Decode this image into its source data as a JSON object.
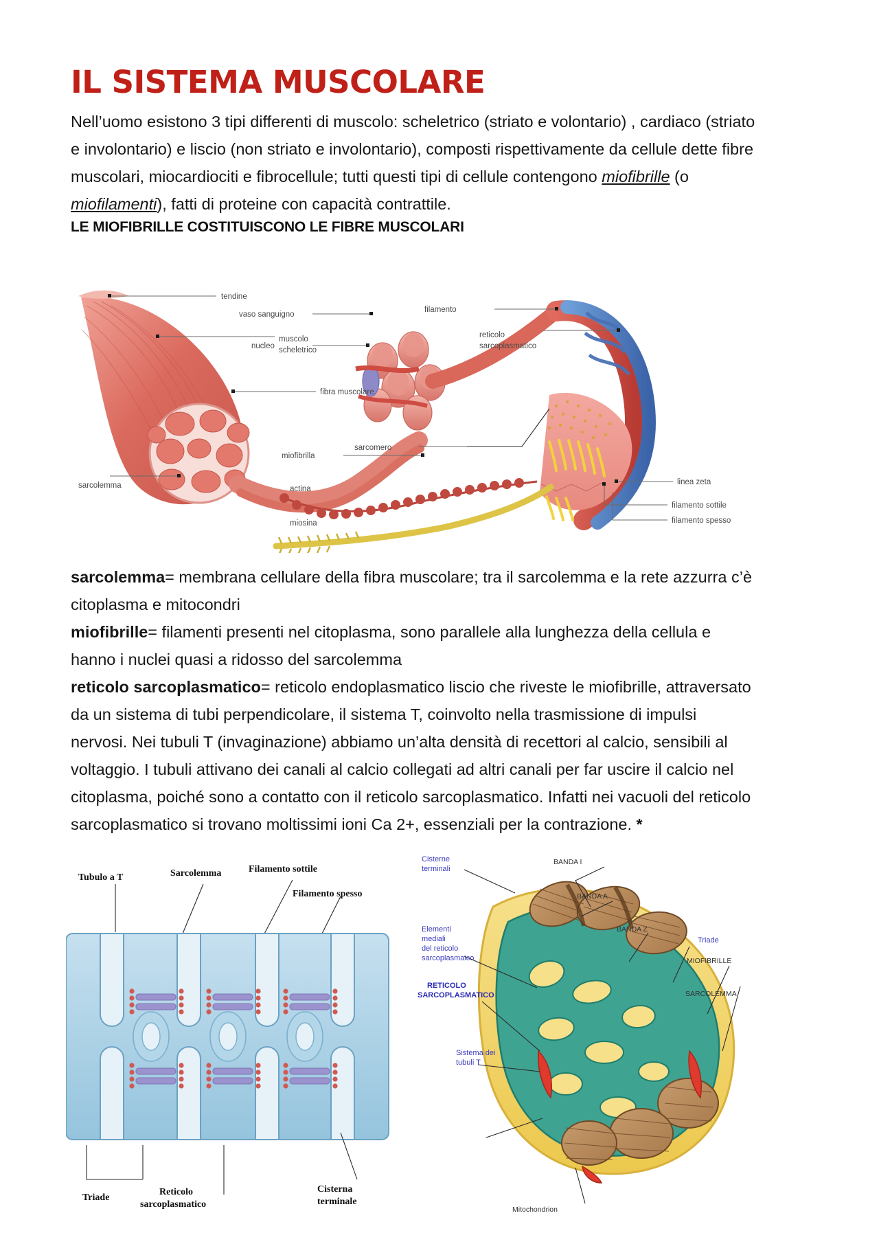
{
  "document": {
    "title": "IL SISTEMA MUSCOLARE",
    "title_color": "#bf2018",
    "intro_paragraph": {
      "seg1": "Nell’uomo esistono 3 tipi differenti di muscolo: scheletrico (striato e volontario) , cardiaco (striato e involontario) e liscio (non striato e involontario), composti rispettivamente da cellule dette fibre muscolari, miocardiociti e fibrocellule; tutti questi tipi di cellule contengono ",
      "em1": "miofibrille",
      "seg2": " (o ",
      "em2": "miofilamenti",
      "seg3": "), fatti di proteine con capacità contrattile."
    },
    "section_heading": "LE MIOFIBRILLE COSTITUISCONO LE FIBRE MUSCOLARI",
    "definitions": {
      "d1_term": "sarcolemma",
      "d1_text": "= membrana cellulare della fibra muscolare; tra il sarcolemma e la rete azzurra c’è citoplasma e mitocondri",
      "d2_term": "miofibrille",
      "d2_text": "= filamenti presenti nel citoplasma, sono parallele alla lunghezza della cellula e hanno i nuclei quasi a ridosso del sarcolemma",
      "d3_term": "reticolo sarcoplasmatico",
      "d3_text": "= reticolo endoplasmatico liscio che riveste le miofibrille, attraversato da un sistema di tubi perpendicolare, il sistema T, coinvolto nella trasmissione di impulsi nervosi. Nei tubuli T (invaginazione) abbiamo un’alta densità di recettori al calcio, sensibili al voltaggio. I tubuli attivano dei canali al calcio collegati ad altri canali per far uscire il calcio nel citoplasma, poiché sono a contatto con il reticolo sarcoplasmatico. Infatti nei vacuoli del reticolo sarcoplasmatico si trovano moltissimi ioni Ca 2+, essenziali per la contrazione. ",
      "d3_asterisk": "*"
    }
  },
  "figure1": {
    "name": "muscle-structure-diagram",
    "labels": {
      "tendine": "tendine",
      "muscolo_scheletrico_1": "muscolo",
      "muscolo_scheletrico_2": "scheletrico",
      "fibra_muscolare": "fibra muscolare",
      "sarcolemma": "sarcolemma",
      "vaso_sanguigno": "vaso sanguigno",
      "nucleo": "nucleo",
      "miofibrilla": "miofibrilla",
      "actina": "actina",
      "miosina": "miosina",
      "filamento": "filamento",
      "reticolo_1": "reticolo",
      "reticolo_2": "sarcoplasmatico",
      "sarcomero": "sarcomero",
      "linea_zeta": "linea zeta",
      "filamento_sottile": "filamento sottile",
      "filamento_spesso": "filamento spesso"
    }
  },
  "figure2": {
    "name": "triad-sarcoplasmic-reticulum-diagram",
    "labels": {
      "tubulo_a_t": "Tubulo a T",
      "sarcolemma": "Sarcolemma",
      "filamento_sottile": "Filamento sottile",
      "filamento_spesso": "Filamento spesso",
      "triade": "Triade",
      "reticolo_1": "Reticolo",
      "reticolo_2": "sarcoplasmatico",
      "cisterna_1": "Cisterna",
      "cisterna_2": "terminale"
    }
  },
  "figure3": {
    "name": "muscle-fiber-3d-diagram",
    "labels": {
      "cisterne_1": "Cisterne",
      "cisterne_2": "terminali",
      "elementi_1": "Elementi",
      "elementi_2": "mediali",
      "elementi_3": "del reticolo",
      "elementi_4": "sarcoplasmaico",
      "reticolo_1": "RETICOLO",
      "reticolo_2": "SARCOPLASMATICO",
      "sistema_1": "Sistema dei",
      "sistema_2": "tubuli T",
      "banda_i": "BANDA I",
      "banda_a": "BANDA A",
      "banda_z": "BANDA Z",
      "triade": "Triade",
      "miofibrille": "MIOFIBRILLE",
      "sarcolemma": "SARCOLEMMA",
      "mitochondrion": "Mitochondrion"
    }
  }
}
